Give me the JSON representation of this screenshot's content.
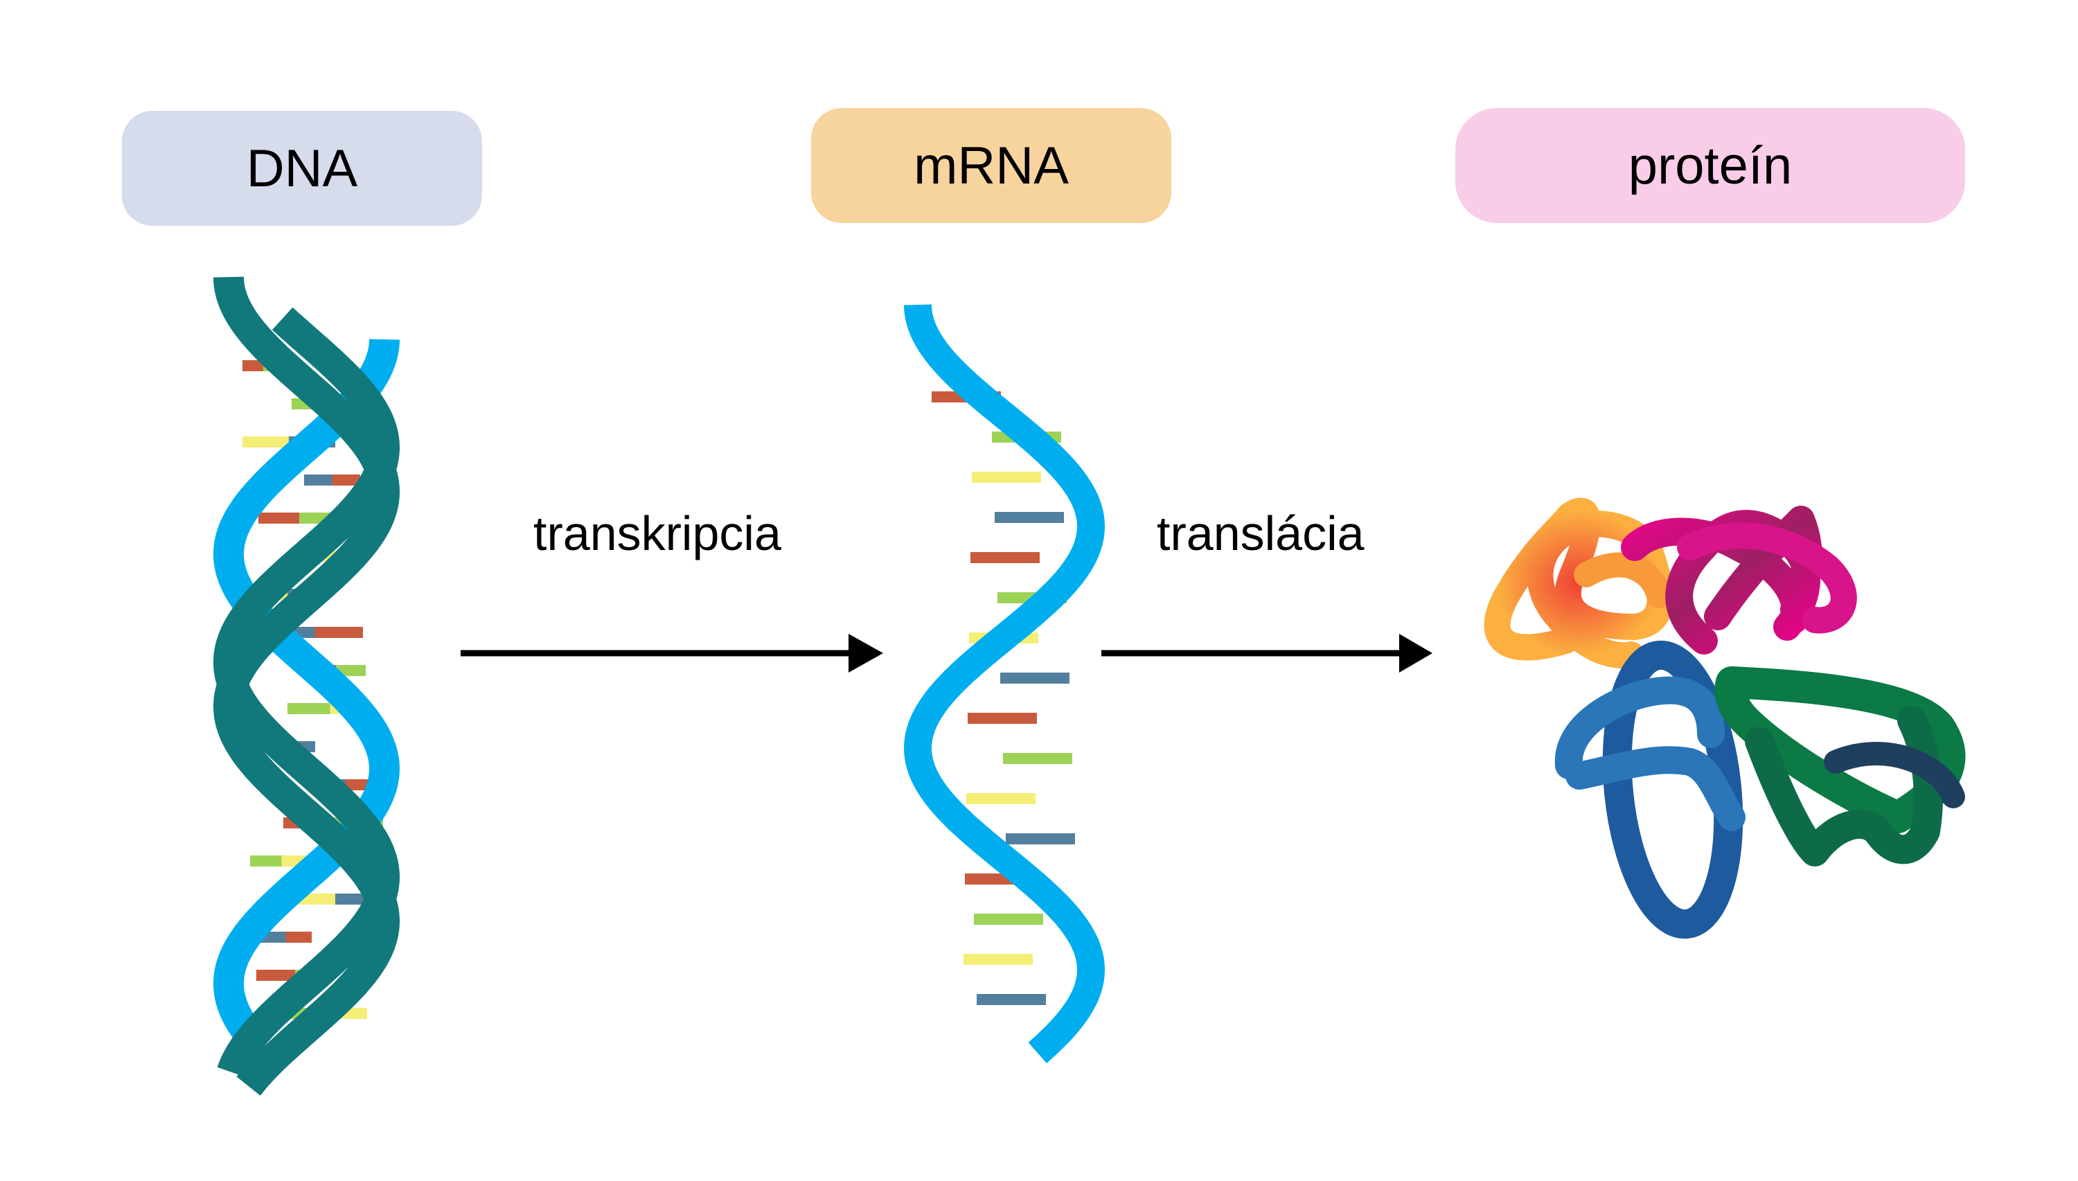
{
  "stages": {
    "dna": {
      "label": "DNA",
      "color": "#d6dcec"
    },
    "mrna": {
      "label": "mRNA",
      "color": "#f7d49d"
    },
    "protein": {
      "label": "proteín",
      "color": "#f9cce8"
    }
  },
  "processes": {
    "transcription": {
      "label": "transkripcia"
    },
    "translation": {
      "label": "translácia"
    }
  },
  "palette": {
    "strand_dark": "#11787b",
    "strand_light": "#00aeef",
    "base_red": "#c95a3d",
    "base_green": "#9cd356",
    "base_yellow": "#f4ee76",
    "base_blue": "#537f9e",
    "protein_orange": "#f7941d",
    "protein_magenta": "#e6058b",
    "protein_blue": "#27a8e0",
    "protein_green": "#008a44",
    "protein_navy": "#262a68"
  }
}
